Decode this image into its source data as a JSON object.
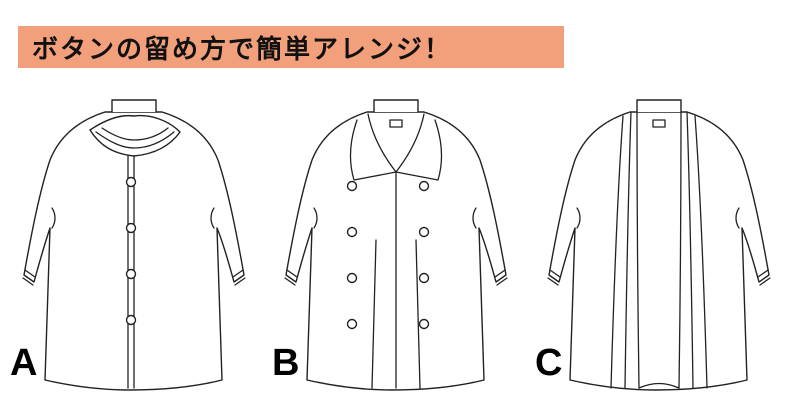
{
  "title": "ボタンの留め方で簡単アレンジ！",
  "colors": {
    "banner": "#f2a07b",
    "line": "#222222",
    "background": "#ffffff"
  },
  "coats": [
    {
      "label": "A",
      "style": "single-breasted-draped-collar",
      "buttons": 4
    },
    {
      "label": "B",
      "style": "double-breasted-shawl-collar",
      "buttons": 8
    },
    {
      "label": "C",
      "style": "open-front-cardigan",
      "buttons": 0
    }
  ]
}
